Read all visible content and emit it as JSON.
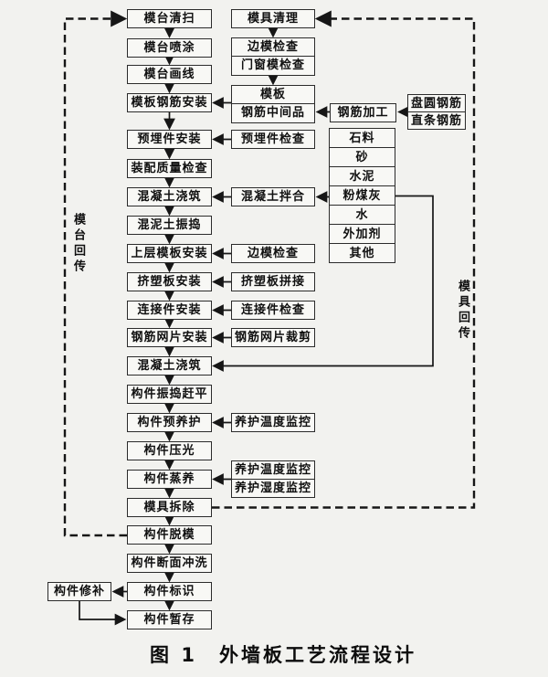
{
  "figure": {
    "caption": "图 1　外墙板工艺流程设计"
  },
  "colors": {
    "background": "#f2f2ef",
    "box_fill": "#f8f8f5",
    "box_border": "#2b2b2b",
    "line": "#161616",
    "text": "#101010"
  },
  "loops": {
    "left_label": "模台回传",
    "right_label": "模具回传"
  },
  "main_flow": [
    "模台清扫",
    "模台喷涂",
    "模台画线",
    "模板钢筋安装",
    "预埋件安装",
    "装配质量检查",
    "混凝土浇筑",
    "混泥土振捣",
    "上层模板安装",
    "挤塑板安装",
    "连接件安装",
    "钢筋网片安装",
    "混凝土浇筑",
    "构件振捣赶平",
    "构件预养护",
    "构件压光",
    "构件蒸养",
    "模具拆除",
    "构件脱模",
    "构件断面冲洗",
    "构件标识",
    "构件暂存"
  ],
  "side_nodes": [
    {
      "rows": [
        "模具清理"
      ]
    },
    {
      "rows": [
        "边模检查",
        "门窗模检查"
      ]
    },
    {
      "rows": [
        "模板",
        "钢筋中间品"
      ]
    },
    {
      "rows": [
        "预埋件检查"
      ]
    },
    {
      "rows": [
        "混凝土拌合"
      ]
    },
    {
      "rows": [
        "边模检查"
      ]
    },
    {
      "rows": [
        "挤塑板拼接"
      ]
    },
    {
      "rows": [
        "连接件检查"
      ]
    },
    {
      "rows": [
        "钢筋网片裁剪"
      ]
    },
    {
      "rows": [
        "养护温度监控"
      ]
    },
    {
      "rows": [
        "养护温度监控",
        "养护湿度监控"
      ]
    }
  ],
  "rebar": {
    "process_label": "钢筋加工",
    "sources": [
      "盘圆钢筋",
      "直条钢筋"
    ]
  },
  "materials": [
    "石料",
    "砂",
    "水泥",
    "粉煤灰",
    "水",
    "外加剂",
    "其他"
  ],
  "repair_label": "构件修补"
}
